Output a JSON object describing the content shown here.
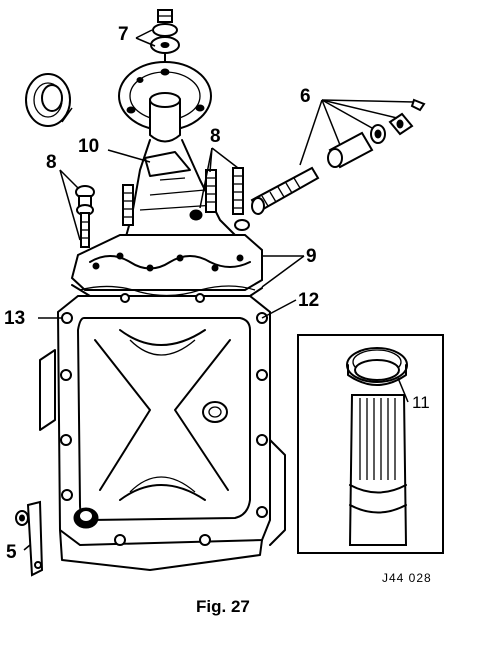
{
  "figure": {
    "callouts": {
      "c5": "5",
      "c6": "6",
      "c7": "7",
      "c8_top": "8",
      "c8_left": "8",
      "c9": "9",
      "c10": "10",
      "c11": "11",
      "c12": "12",
      "c13": "13"
    },
    "reference_code": "J44 028",
    "caption": "Fig. 27"
  }
}
